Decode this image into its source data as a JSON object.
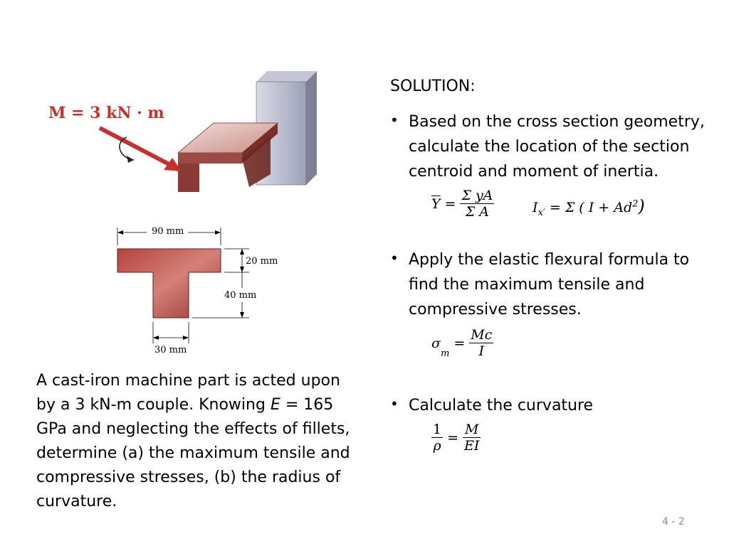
{
  "figure": {
    "moment_label": "M = 3 kN · m",
    "dim_top": "90 mm",
    "dim_flange": "20 mm",
    "dim_web_height": "40 mm",
    "dim_web_width": "30 mm"
  },
  "problem": {
    "text_1": "A cast-iron machine part is acted upon by a 3 kN-m couple.  Knowing ",
    "text_E": "E",
    "text_2": " = 165 GPa and neglecting the effects of fillets, determine (a) the maximum tensile and compressive stresses, (b) the radius of curvature."
  },
  "solution": {
    "heading": "SOLUTION:",
    "bullets": [
      "Based on the cross section geometry, calculate the location of the section centroid and moment of inertia.",
      "Apply the elastic flexural formula to find the maximum tensile and compressive stresses.",
      "Calculate the curvature"
    ]
  },
  "equations": {
    "ybar_lhs": "Y",
    "ybar_num": "Σ yA",
    "ybar_den": "Σ A",
    "ix_lhs": "I",
    "ix_sub": "x′",
    "ix_rhs": "= Σ ( I + Ad",
    "ix_sup": "2",
    "ix_close": ")",
    "sigma_lhs": "σ",
    "sigma_sub": "m",
    "sigma_num": "Mc",
    "sigma_den": "I",
    "curv_num": "1",
    "curv_den": "ρ",
    "curv_rnum": "M",
    "curv_rden": "EI"
  },
  "page_number": "4 - 2"
}
